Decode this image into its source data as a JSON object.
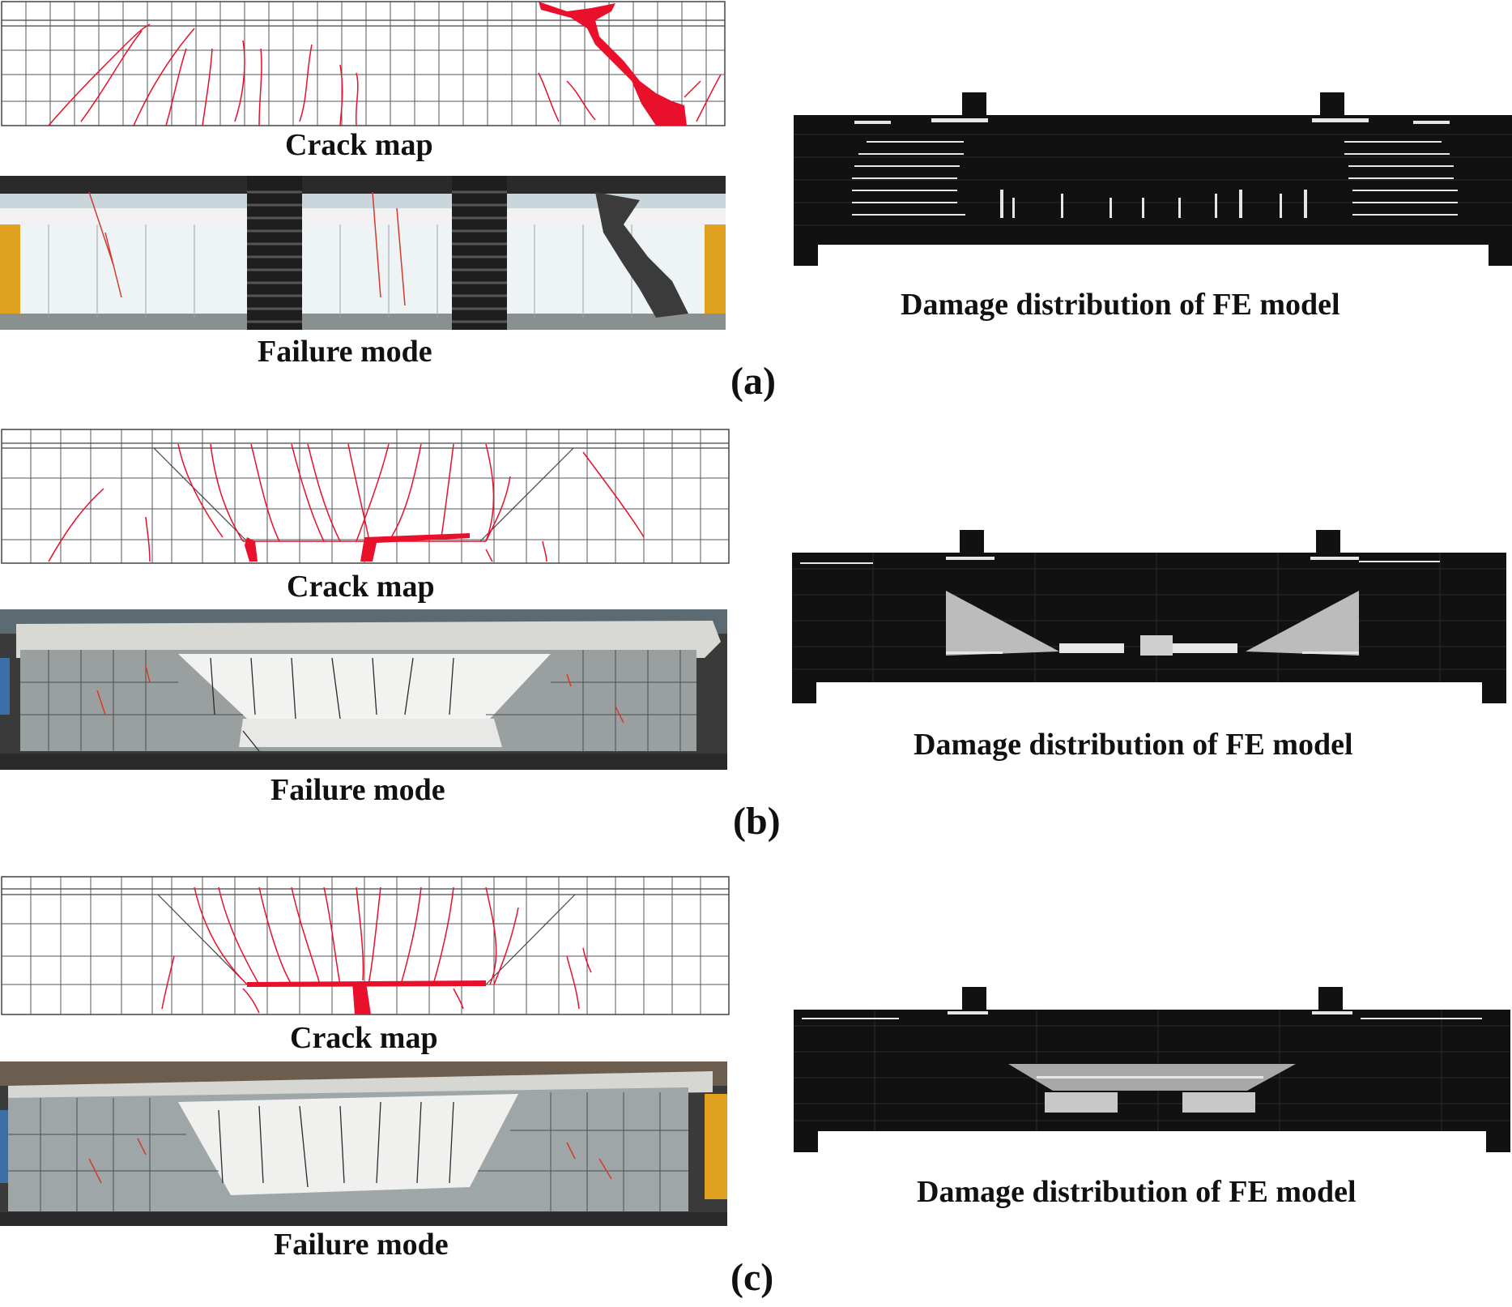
{
  "figure": {
    "panels": [
      {
        "id": "a",
        "panel_label": "(a)",
        "crack_map_caption": "Crack map",
        "failure_mode_caption": "Failure mode",
        "fe_caption": "Damage distribution of FE model",
        "crack_color": "#e8102a"
      },
      {
        "id": "b",
        "panel_label": "(b)",
        "crack_map_caption": "Crack map",
        "failure_mode_caption": "Failure mode",
        "fe_caption": "Damage distribution of FE model",
        "crack_color": "#e8102a"
      },
      {
        "id": "c",
        "panel_label": "(c)",
        "crack_map_caption": "Crack map",
        "failure_mode_caption": "Failure mode",
        "fe_caption": "Damage distribution of FE model",
        "crack_color": "#e8102a"
      }
    ],
    "colors": {
      "grid_line": "#444444",
      "crack": "#e8102a",
      "fe_background": "#111111",
      "fe_damage": "#e6e6e6"
    }
  }
}
